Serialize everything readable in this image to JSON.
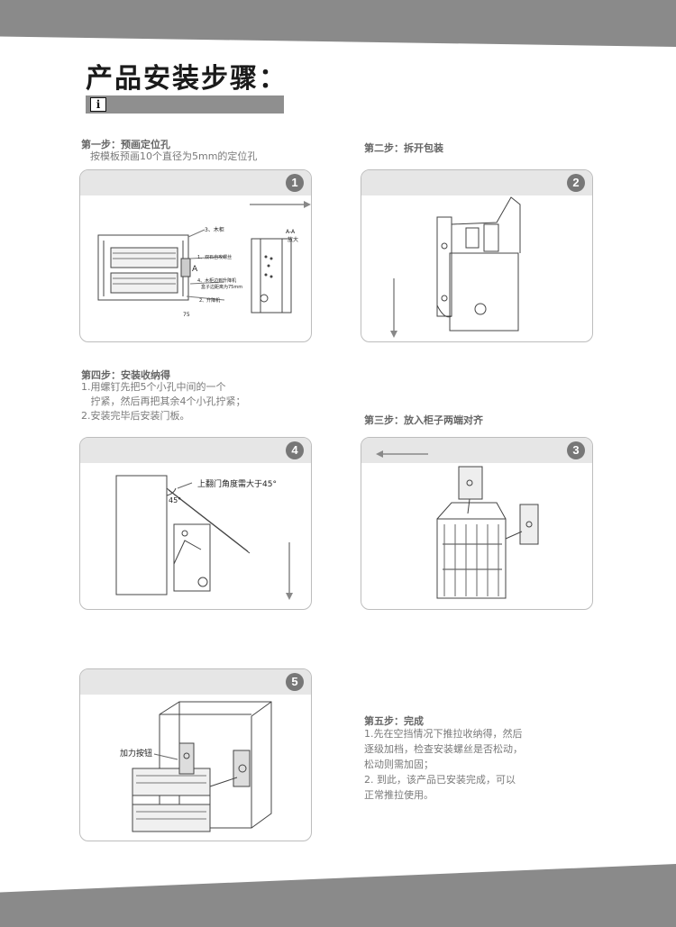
{
  "title": "产品安装步骤：",
  "title_icon": "i",
  "step1": {
    "heading": "第一步：预画定位孔",
    "lines": [
      "按模板预画10个直径为5mm的定位孔"
    ],
    "number": "1",
    "labels": {
      "wood": "3、木柜",
      "aa": "A-A",
      "enlarge": "放大",
      "a": "A",
      "self_screw": "1、双石自攻螺丝",
      "edge": "4、木柜边到升降机",
      "dist": "盒子边距离为75mm",
      "lift": "2、升降机",
      "dim": "75"
    }
  },
  "step2": {
    "heading": "第二步：拆开包装",
    "number": "2"
  },
  "step3": {
    "heading": "第三步：放入柜子两端对齐",
    "number": "3"
  },
  "step4": {
    "heading": "第四步：安装收纳得",
    "lines": [
      "1.用螺钉先把5个小孔中间的一个",
      "   拧紧，然后再把其余4个小孔拧紧；",
      "2.安装完毕后安装门板。"
    ],
    "number": "4",
    "labels": {
      "angle_note": "上翻门角度需大于45°",
      "angle": "45°"
    }
  },
  "step5": {
    "heading": "第五步：完成",
    "lines": [
      "1.先在空挡情况下推拉收纳得，然后",
      "逐级加档，检查安装螺丝是否松动，",
      "松动则需加固；",
      "2. 到此，该产品已安装完成，可以",
      "正常推拉使用。"
    ],
    "number": "5",
    "labels": {
      "force_knob": "加力按钮"
    }
  }
}
